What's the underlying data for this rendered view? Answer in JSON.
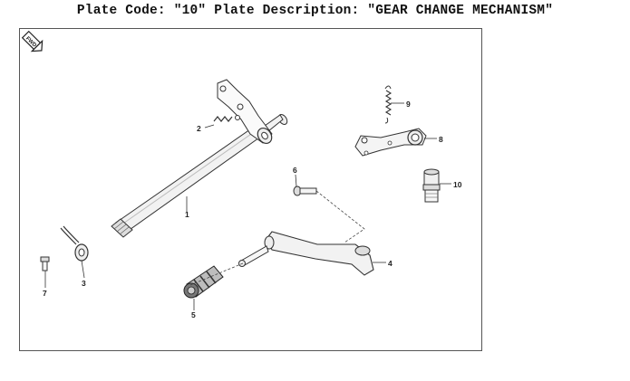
{
  "header": {
    "plate_code_label": "Plate Code:",
    "plate_code": "\"10\"",
    "plate_description_label": "Plate Description:",
    "plate_description": "\"GEAR CHANGE MECHANISM\""
  },
  "orientation_badge": {
    "text": "FWD"
  },
  "callouts": [
    {
      "id": "1",
      "label": "1"
    },
    {
      "id": "2",
      "label": "2"
    },
    {
      "id": "3",
      "label": "3"
    },
    {
      "id": "4",
      "label": "4"
    },
    {
      "id": "5",
      "label": "5"
    },
    {
      "id": "6",
      "label": "6"
    },
    {
      "id": "7",
      "label": "7"
    },
    {
      "id": "8",
      "label": "8"
    },
    {
      "id": "9",
      "label": "9"
    },
    {
      "id": "10",
      "label": "10"
    }
  ]
}
